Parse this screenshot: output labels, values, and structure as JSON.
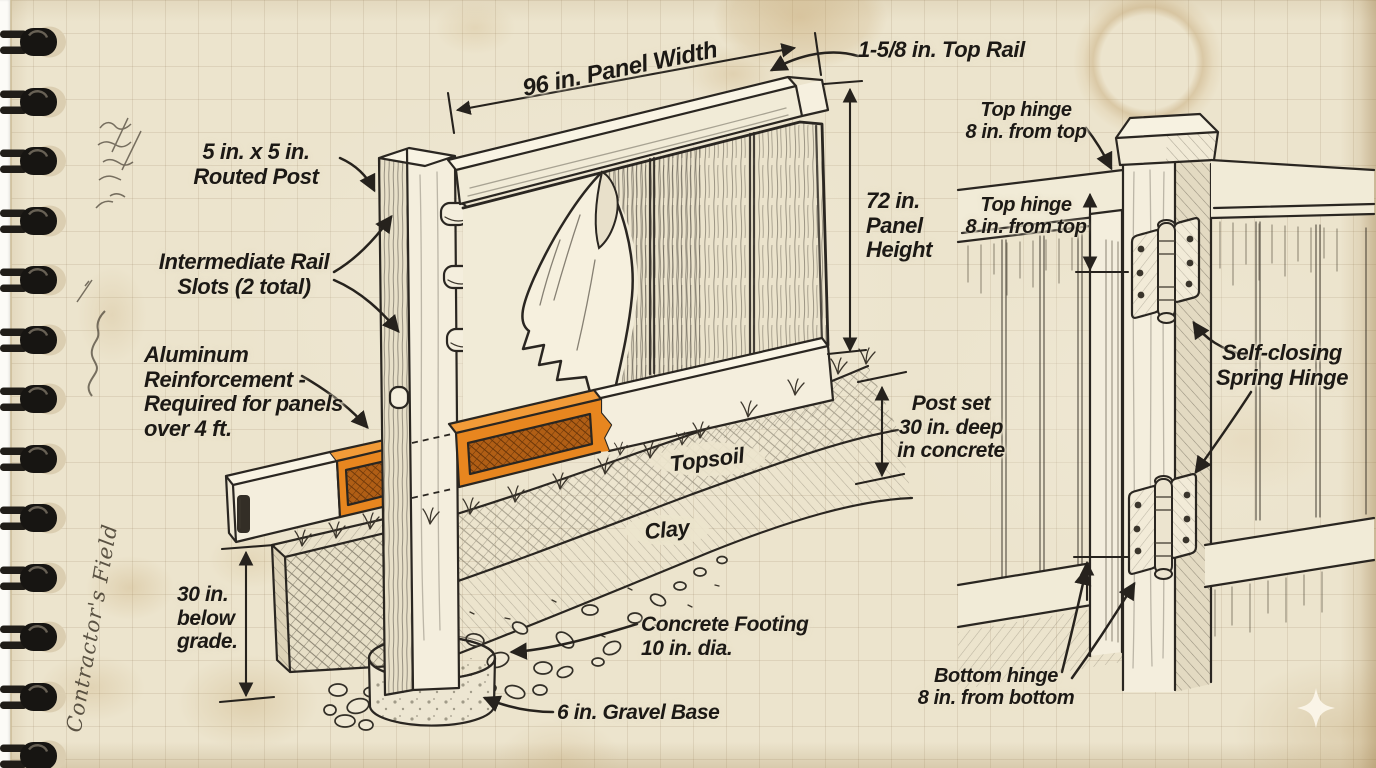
{
  "page": {
    "margin_note": "Contractor's Field",
    "sparkle_icon": "four-point-sparkle",
    "colors": {
      "paper": "#ece4cd",
      "ink": "#2a2621",
      "accent_orange": "#e8861f"
    }
  },
  "labels": {
    "panel_width": "96 in. Panel Width",
    "top_rail": "1-5/8 in. Top Rail",
    "routed_post_1": "5 in. x 5 in.",
    "routed_post_2": "Routed Post",
    "rail_slots_1": "Intermediate Rail",
    "rail_slots_2": "Slots (2 total)",
    "aluminum_1": "Aluminum",
    "aluminum_2": "Reinforcement -",
    "aluminum_3": "Required for panels",
    "aluminum_4": "over 4 ft.",
    "panel_height_1": "72 in.",
    "panel_height_2": "Panel",
    "panel_height_3": "Height",
    "top_hinge_a_1": "Top hinge",
    "top_hinge_a_2": "8 in. from top",
    "top_hinge_b_1": "Top hinge",
    "top_hinge_b_2": "8 in. from top",
    "self_closing_1": "Self-closing",
    "self_closing_2": "Spring Hinge",
    "post_set_1": "Post set",
    "post_set_2": "30 in. deep",
    "post_set_3": "in concrete",
    "topsoil": "Topsoil",
    "clay": "Clay",
    "below_grade_1": "30 in.",
    "below_grade_2": "below",
    "below_grade_3": "grade.",
    "footing_1": "Concrete Footing",
    "footing_2": "10 in. dia.",
    "gravel_base": "6 in. Gravel Base",
    "bottom_hinge_1": "Bottom hinge",
    "bottom_hinge_2": "8 in. from bottom"
  }
}
